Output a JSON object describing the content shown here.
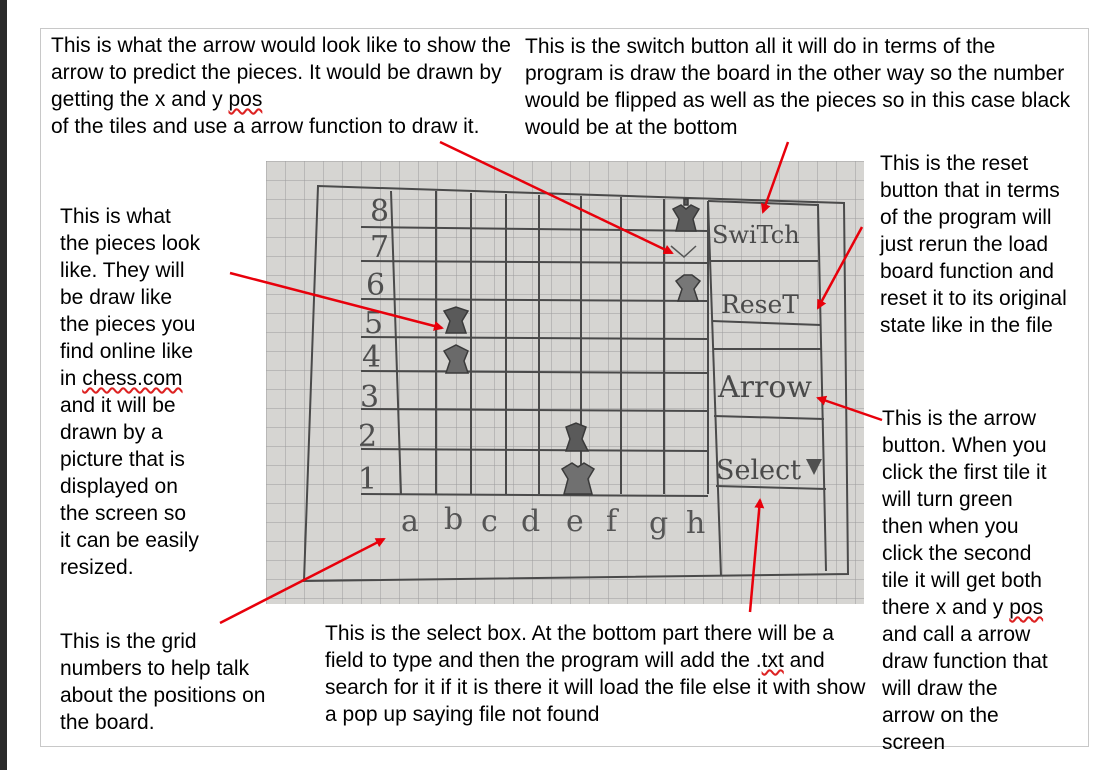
{
  "notes": {
    "arrow_drawing": {
      "pre": "This is what the arrow would look like to show the arrow to predict the pieces. It would be drawn by getting the x and y ",
      "misspelled": "pos",
      "post": "\nof the tiles and use a arrow function to draw it."
    },
    "switch_button": "This is the switch button all it will do in terms of the program is draw the board in the other way so the number would be flipped as well as the pieces so in this case black would be at the bottom",
    "reset_button": "This is the reset button that in terms of the program will just rerun the load board function and reset it to its original state like in the file",
    "pieces": {
      "pre": "This is what\nthe pieces look\nlike. They will\nbe draw like\nthe pieces you\nfind online like\nin ",
      "misspelled": "chess.com",
      "post": "\nand it will be\ndrawn by a\npicture that is\ndisplayed on\nthe screen so\nit can be easily\nresized."
    },
    "arrow_button": {
      "pre": "This is the arrow\nbutton. When you\nclick the first tile it\nwill turn green\nthen when you\nclick the second\ntile it will get both\nthere x and y ",
      "misspelled": "pos",
      "post": "\nand call a arrow\ndraw function that\nwill draw the\narrow on the\nscreen"
    },
    "grid_numbers": "This is the grid\nnumbers to help talk\nabout the positions on\nthe board.",
    "select_box": {
      "pre": "This is the select box. At the bottom part there will be a field to type and then the program will add the .",
      "misspelled": "txt",
      "post": " and search for it if it is there it will load the file else it with show a pop up saying file not found"
    }
  },
  "sketch": {
    "rank_labels": [
      "8",
      "7",
      "6",
      "5",
      "4",
      "3",
      "2",
      "1"
    ],
    "file_labels": [
      "a",
      "b",
      "c",
      "d",
      "e",
      "f",
      "g",
      "h"
    ],
    "buttons": {
      "switch": "SwiTch",
      "reset": "ReseT",
      "arrow": "Arrow",
      "select": "Select"
    }
  },
  "colors": {
    "annotation_arrow": "#e8000b",
    "pencil": "#4a4a4a",
    "paper": "#d6d5d2"
  }
}
